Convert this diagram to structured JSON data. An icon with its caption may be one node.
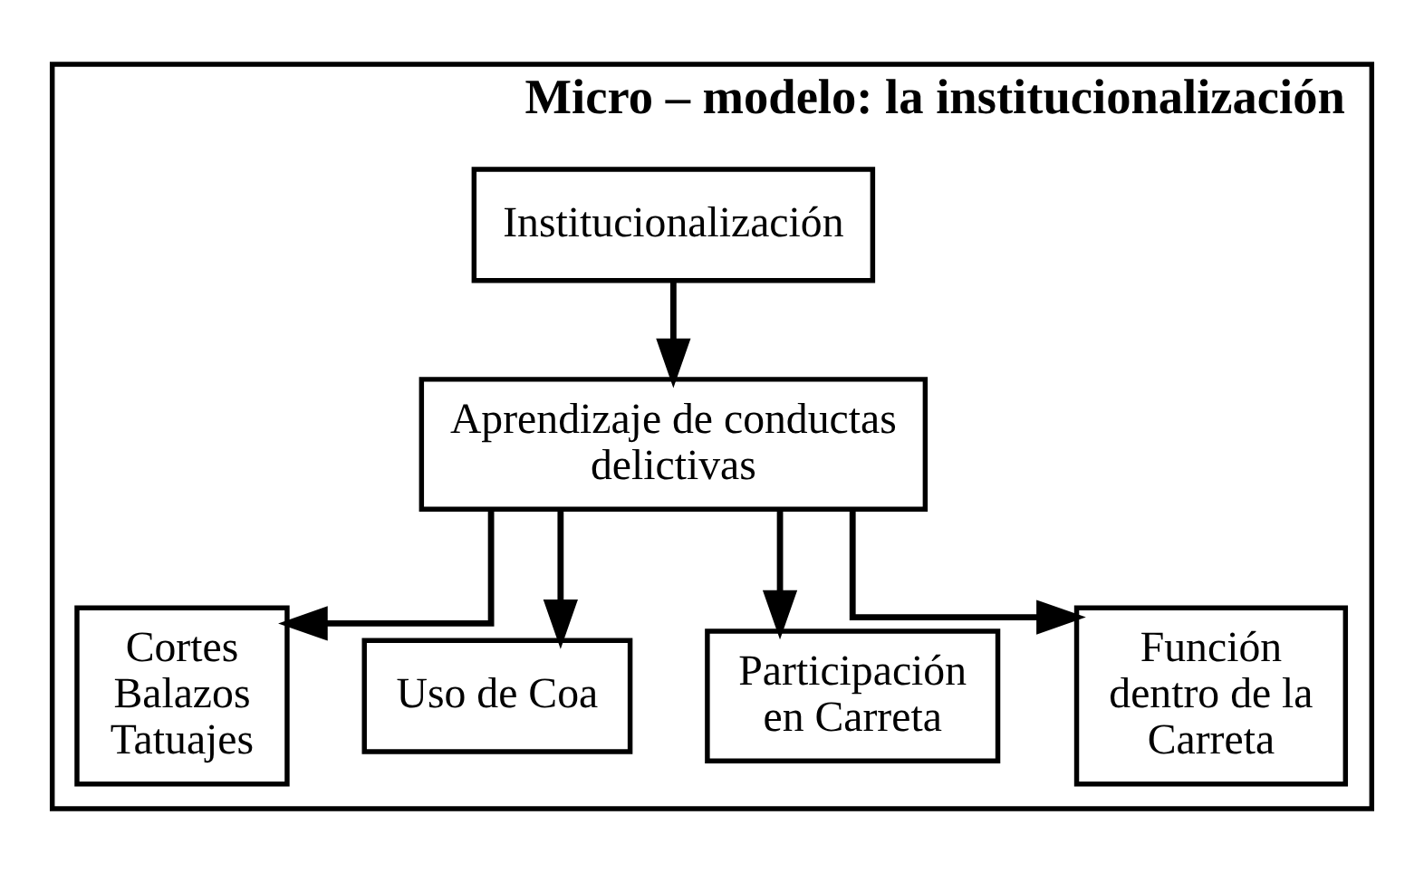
{
  "diagram": {
    "nodes": [
      {
        "text": [
          "Micro – modelo: la institucionalización"
        ]
      },
      {
        "text": [
          "Institucionalización"
        ],
        "in": 0
      },
      {
        "text": [
          "Aprendizaje de conductas delictivas"
        ],
        "in": 0
      },
      {
        "text": [
          "Cortes Balazos Tatuajes"
        ],
        "in": 0
      },
      {
        "text": [
          "Uso de Coa"
        ],
        "in": 0
      },
      {
        "text": [
          "Participación en Carreta"
        ],
        "in": 0
      },
      {
        "text": [
          "Función dentro de la Carreta"
        ],
        "in": 0
      }
    ],
    "edges": [
      {
        "from": 1,
        "to": 2,
        "arrow": "to"
      },
      {
        "from": 2,
        "to": 3,
        "arrow": "to"
      },
      {
        "from": 2,
        "to": 4,
        "arrow": "to"
      },
      {
        "from": 2,
        "to": 5,
        "arrow": "to"
      },
      {
        "from": 2,
        "to": 6,
        "arrow": "to"
      }
    ]
  }
}
